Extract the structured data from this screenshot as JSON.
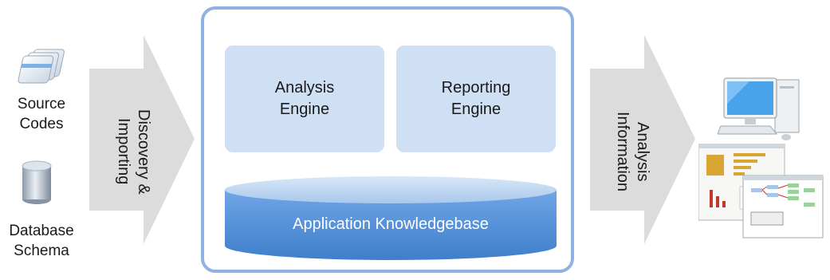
{
  "inputs": {
    "source_label": "Source\nCodes",
    "database_label": "Database\nSchema",
    "icon_source": "file-stack-icon",
    "icon_database": "database-icon"
  },
  "left_arrow": {
    "label": "Discovery &\nImporting"
  },
  "platform": {
    "analysis_engine": "Analysis\nEngine",
    "reporting_engine": "Reporting\nEngine",
    "knowledgebase": "Application Knowledgebase"
  },
  "right_arrow": {
    "label": "Analysis\nInformation"
  },
  "outputs": {
    "icon_computer": "desktop-computer-icon",
    "icon_reports": "report-screenshots-icon"
  },
  "colors": {
    "frame_border": "#8fb2e0",
    "engine_fill": "#cfe0f4",
    "arrow_fill": "#dcdcdc",
    "cylinder_body": "#4f8ed8",
    "cylinder_top": "#bcd5f0"
  }
}
